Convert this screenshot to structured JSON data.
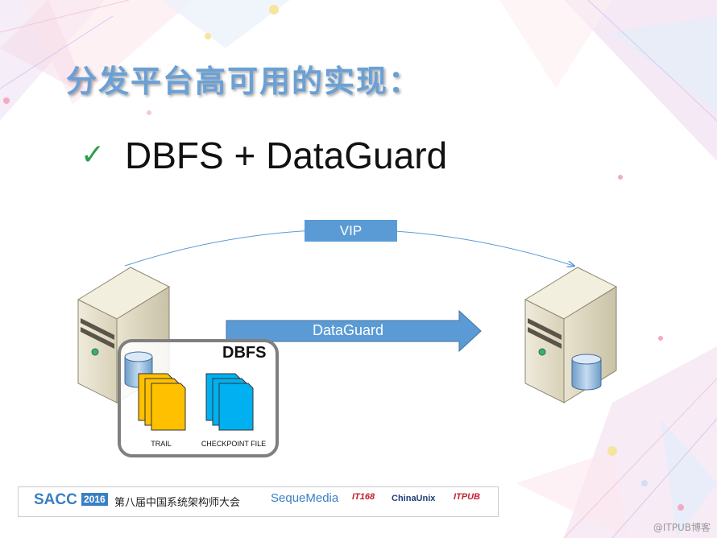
{
  "slide": {
    "title": "分发平台高可用的实现：",
    "bullet_icon": "checkmark-icon",
    "bullet_text": "DBFS + DataGuard"
  },
  "diagram": {
    "vip_label": "VIP",
    "dataguard_label": "DataGuard",
    "dbfs_label": "DBFS",
    "trail_label": "TRAIL",
    "checkpoint_label": "CHECKPOINT FILE",
    "colors": {
      "vip": "#5b9bd5",
      "arrow": "#5b9bd5",
      "trail_doc": "#ffc000",
      "checkpoint_doc": "#00b0f0"
    }
  },
  "footer": {
    "sacc": "SACC",
    "year": "2016",
    "conference": "第八届中国系统架构师大会",
    "sponsor1": "SequeMedia",
    "sponsor2": "IT168",
    "sponsor3": "ChinaUnix",
    "sponsor4": "ITPUB"
  },
  "watermark": "@ITPUB博客"
}
